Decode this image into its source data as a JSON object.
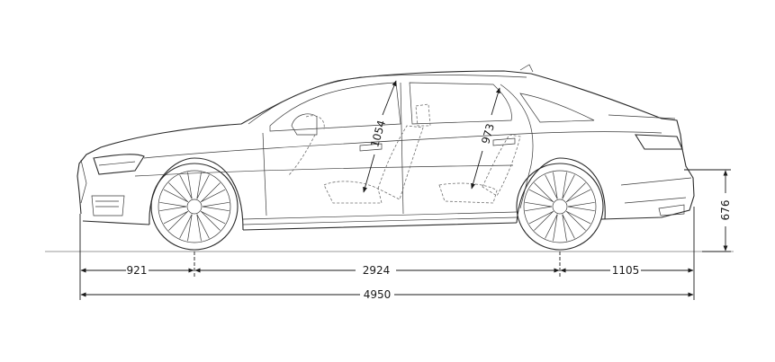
{
  "dimensions": {
    "front_overhang": "921",
    "wheelbase": "2924",
    "rear_overhang": "1105",
    "overall_length": "4950",
    "rear_height": "676",
    "front_headroom": "1054",
    "rear_headroom": "973"
  },
  "colors": {
    "line": "#2a2a2a",
    "background": "#ffffff"
  }
}
